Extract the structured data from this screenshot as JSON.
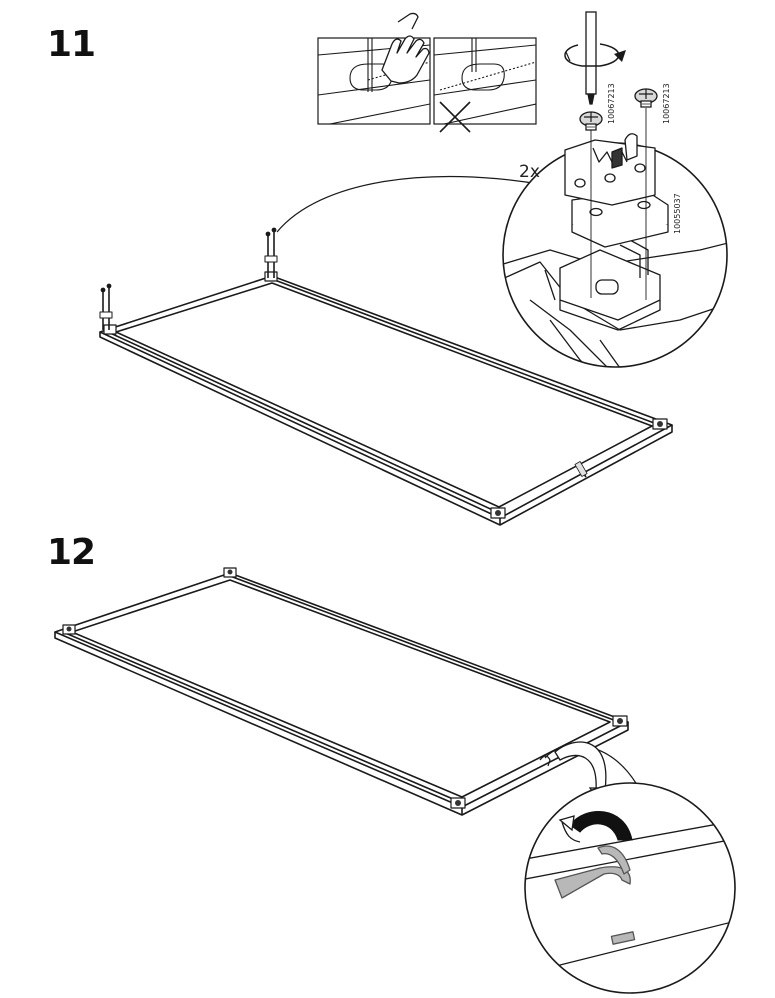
{
  "steps": [
    {
      "number": "11",
      "quantity": "2x",
      "part_numbers": [
        "10067213",
        "10067213",
        "10055037"
      ]
    },
    {
      "number": "12"
    }
  ],
  "colors": {
    "line": "#1a1a1a",
    "panel_fill": "#ffffff",
    "tape_fill": "#b8b8b8",
    "tape_edge": "#555555",
    "dark_arrow": "#111111"
  },
  "icons": [
    "hand-pointer-icon",
    "wrong-cross-icon",
    "rotate-arrow-icon",
    "screw-icon",
    "bracket-icon",
    "tape-flip-arrow-icon"
  ]
}
